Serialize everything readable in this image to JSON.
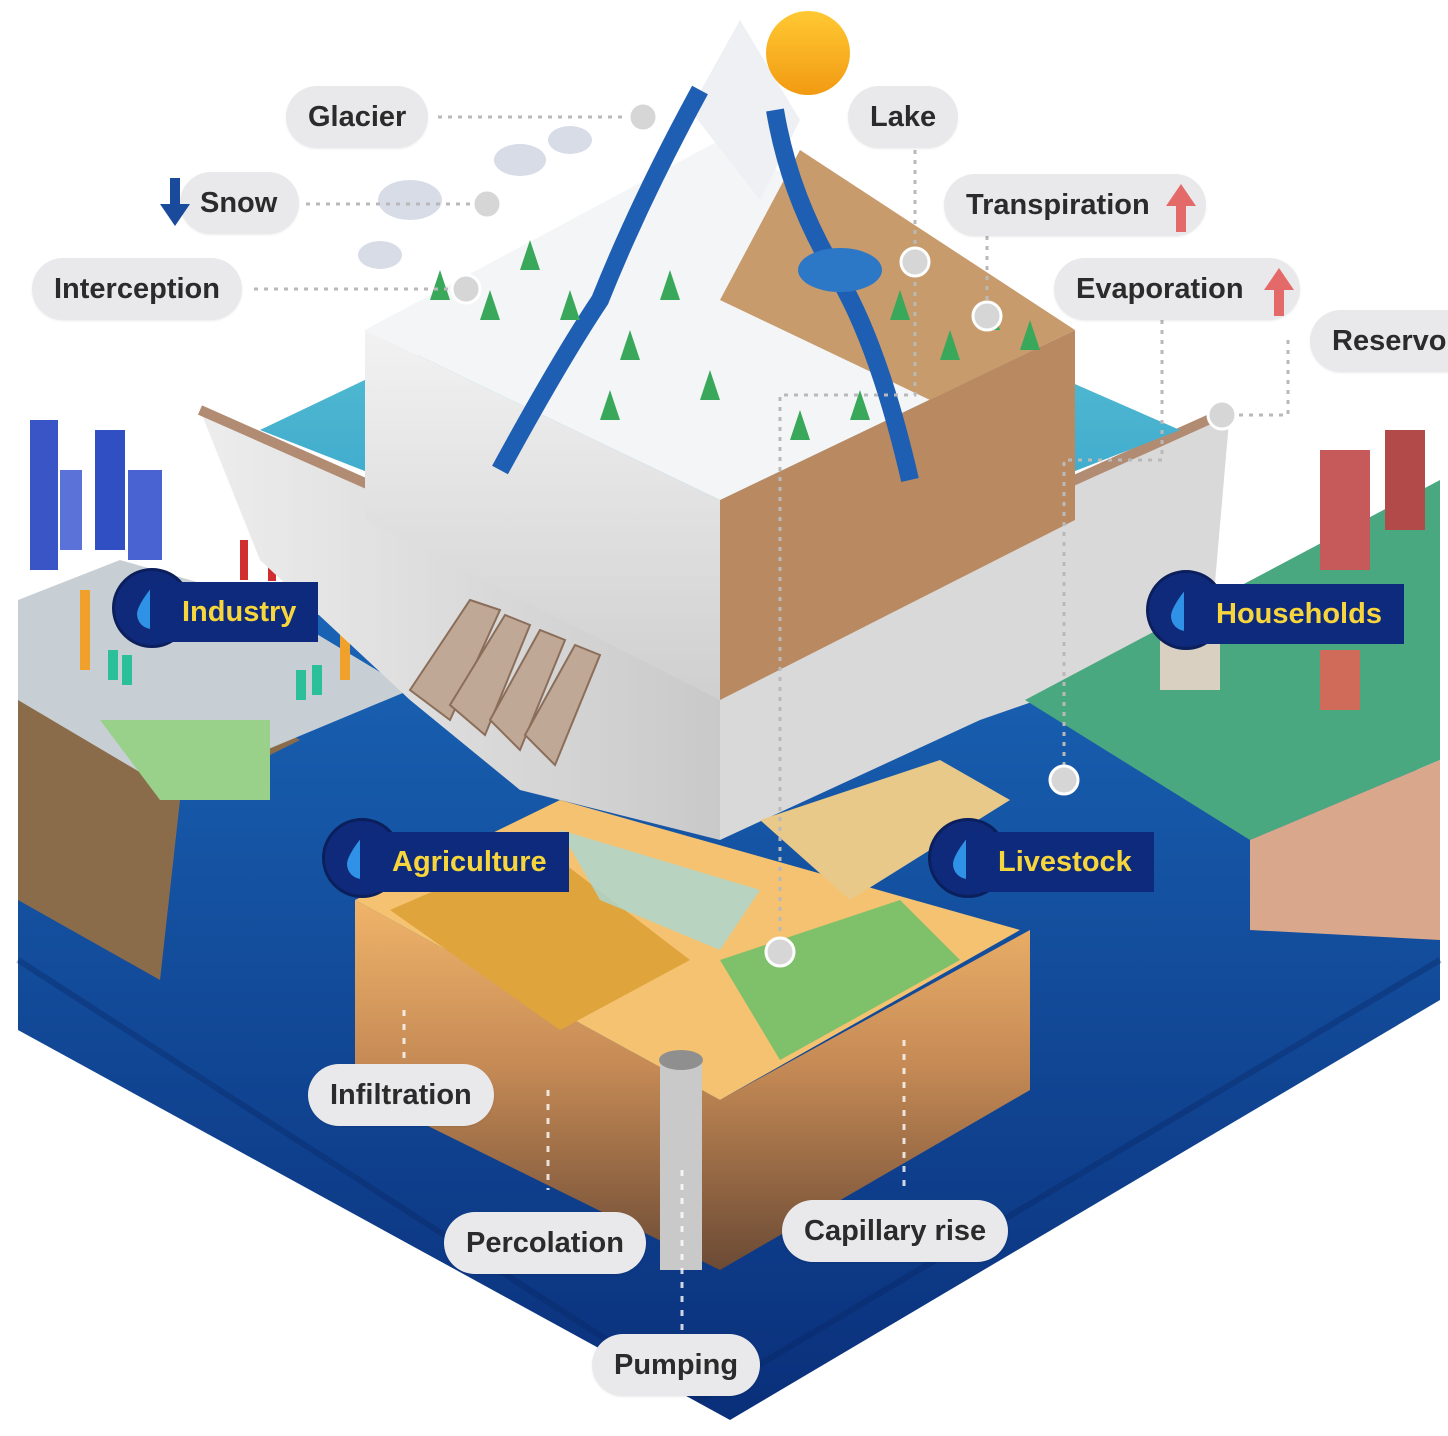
{
  "labels": {
    "glacier": "Glacier",
    "snow": "Snow",
    "interception": "Interception",
    "lake": "Lake",
    "transpiration": "Transpiration",
    "evaporation": "Evaporation",
    "reservoir": "Reservo",
    "infiltration": "Infiltration",
    "percolation": "Percolation",
    "pumping": "Pumping",
    "capillary_rise": "Capillary rise"
  },
  "sectors": {
    "industry": "Industry",
    "agriculture": "Agriculture",
    "livestock": "Livestock",
    "households": "Households"
  },
  "colors": {
    "sector_bg": "#0e2a7c",
    "sector_text": "#f7d63d",
    "label_bg": "#e9e9eb",
    "water_deep": "#0b3d8c",
    "water_light": "#1f7fc8",
    "arrow_down": "#1a4a9c",
    "arrow_up": "#e46a6a"
  },
  "icons": {
    "snow_arrow": "arrow-down-icon",
    "transpiration_arrow": "arrow-up-icon",
    "evaporation_arrow": "arrow-up-icon",
    "sector_marker": "water-drop-icon",
    "sun": "sun-icon"
  }
}
